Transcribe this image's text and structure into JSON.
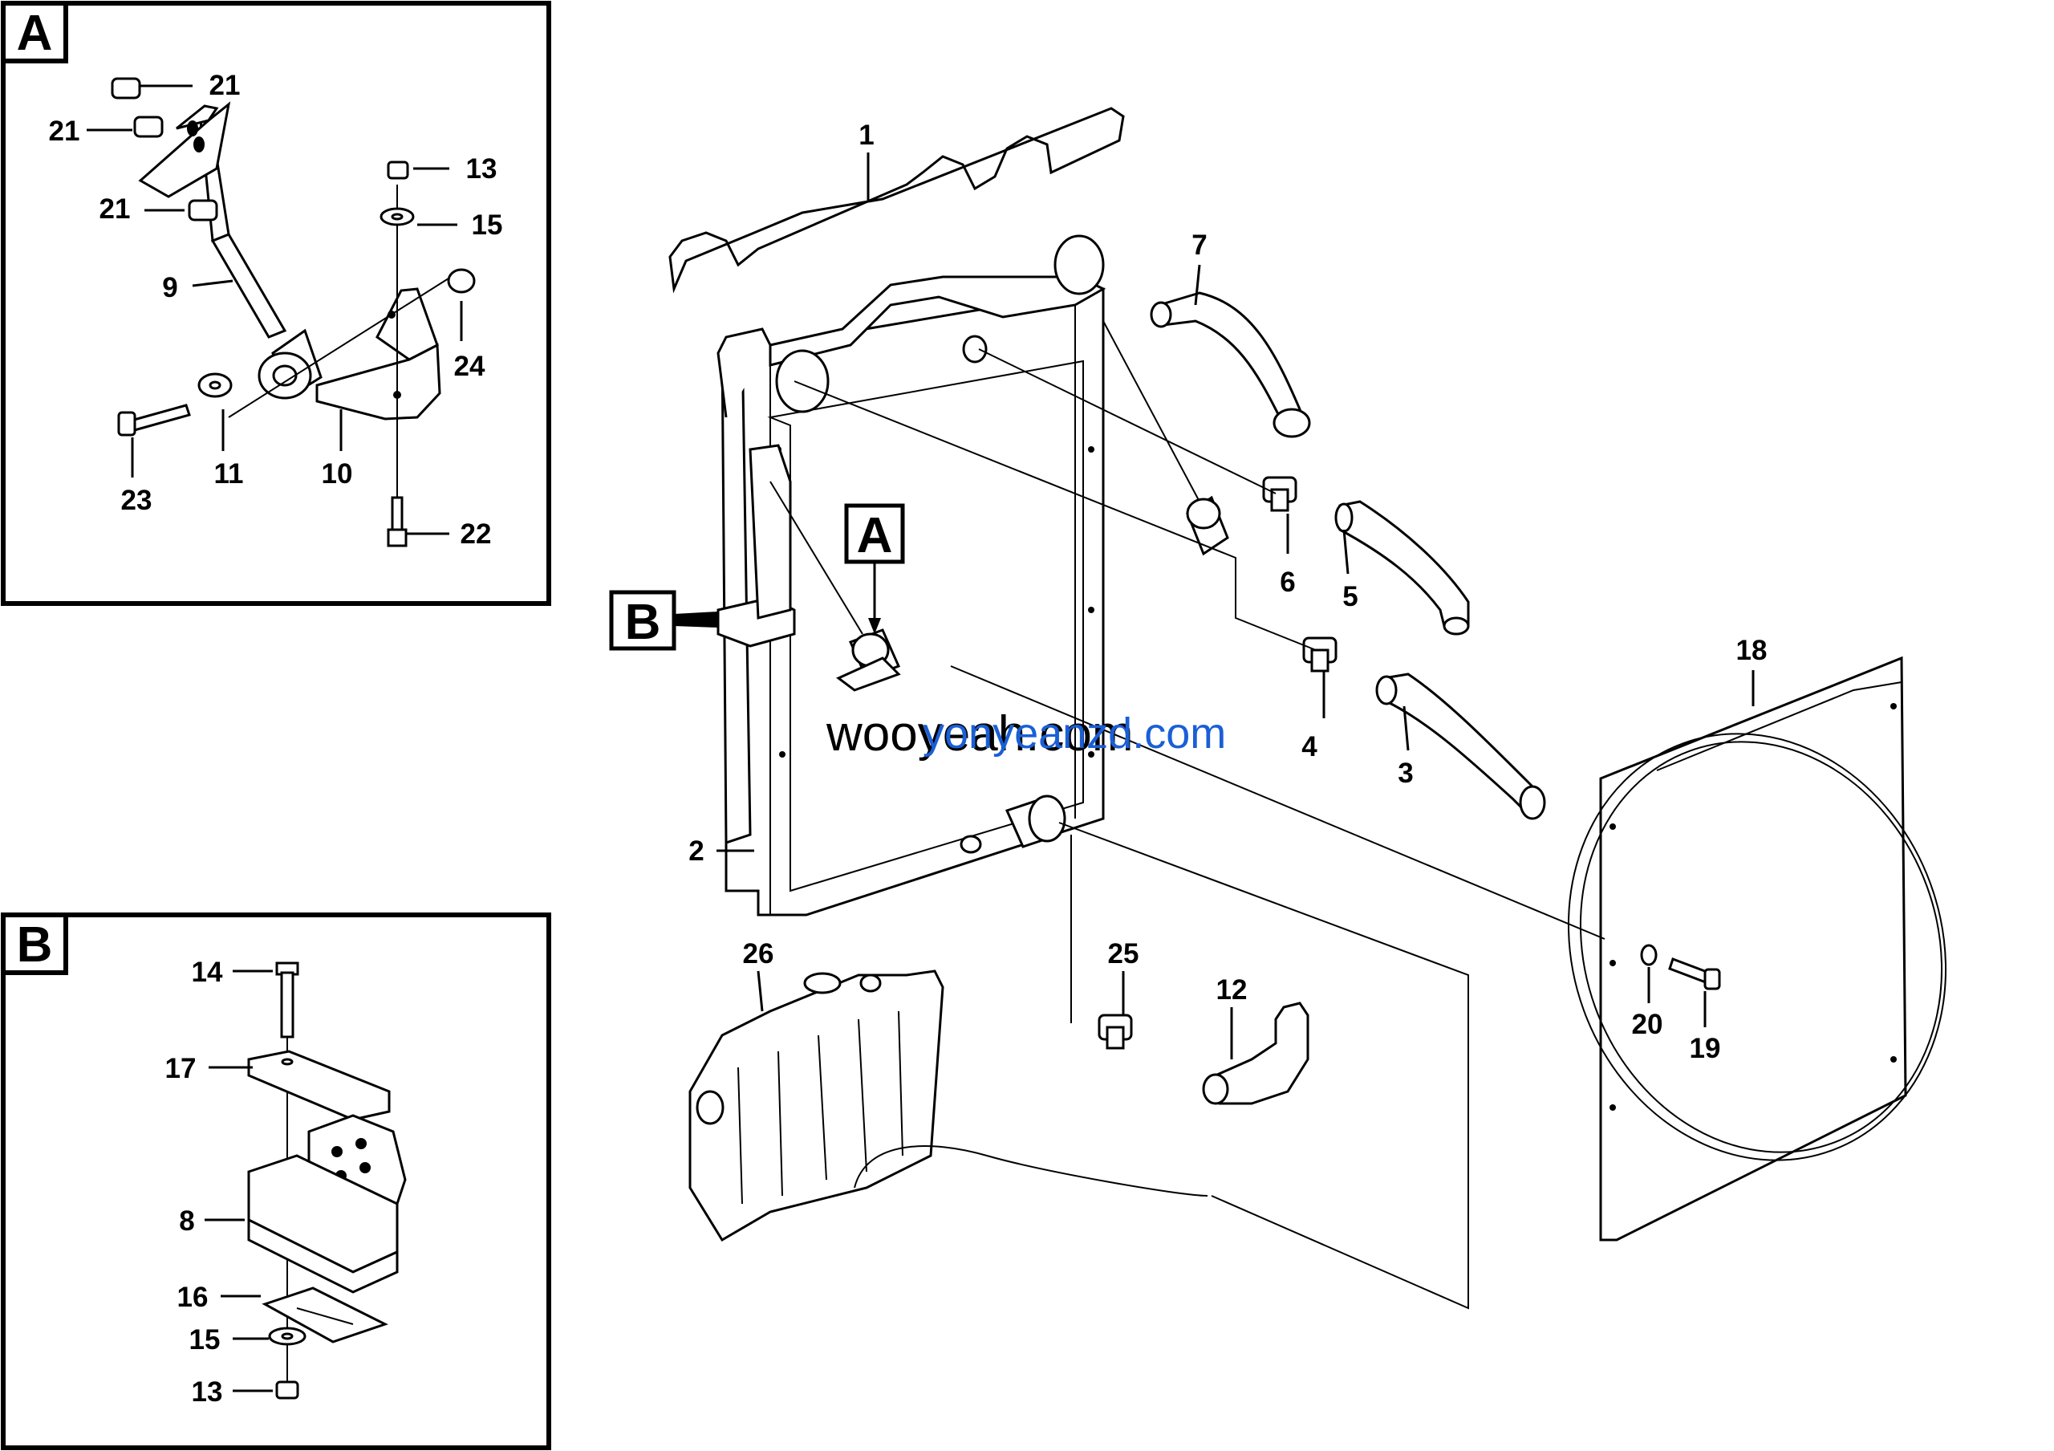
{
  "inset_a": {
    "tag": "A",
    "callouts": [
      {
        "id": "a21a",
        "text": "21"
      },
      {
        "id": "a21b",
        "text": "21"
      },
      {
        "id": "a21c",
        "text": "21"
      },
      {
        "id": "a13",
        "text": "13"
      },
      {
        "id": "a15",
        "text": "15"
      },
      {
        "id": "a9",
        "text": "9"
      },
      {
        "id": "a24",
        "text": "24"
      },
      {
        "id": "a23",
        "text": "23"
      },
      {
        "id": "a11",
        "text": "11"
      },
      {
        "id": "a10",
        "text": "10"
      },
      {
        "id": "a22",
        "text": "22"
      }
    ]
  },
  "inset_b": {
    "tag": "B",
    "callouts": [
      {
        "id": "b14",
        "text": "14"
      },
      {
        "id": "b17",
        "text": "17"
      },
      {
        "id": "b8",
        "text": "8"
      },
      {
        "id": "b16",
        "text": "16"
      },
      {
        "id": "b15",
        "text": "15"
      },
      {
        "id": "b13",
        "text": "13"
      }
    ]
  },
  "main": {
    "tag_a": "A",
    "tag_b": "B",
    "callouts": [
      {
        "id": "m1",
        "text": "1"
      },
      {
        "id": "m7",
        "text": "7"
      },
      {
        "id": "m6",
        "text": "6"
      },
      {
        "id": "m5",
        "text": "5"
      },
      {
        "id": "m4",
        "text": "4"
      },
      {
        "id": "m3",
        "text": "3"
      },
      {
        "id": "m18",
        "text": "18"
      },
      {
        "id": "m2",
        "text": "2"
      },
      {
        "id": "m26",
        "text": "26"
      },
      {
        "id": "m25",
        "text": "25"
      },
      {
        "id": "m12",
        "text": "12"
      },
      {
        "id": "m20",
        "text": "20"
      },
      {
        "id": "m19",
        "text": "19"
      }
    ]
  },
  "watermark": {
    "text_back": "wooyeah.com",
    "text_front": "yonyeanzd.com",
    "color_back": "#000000",
    "color_front": "#1a5fd6"
  }
}
